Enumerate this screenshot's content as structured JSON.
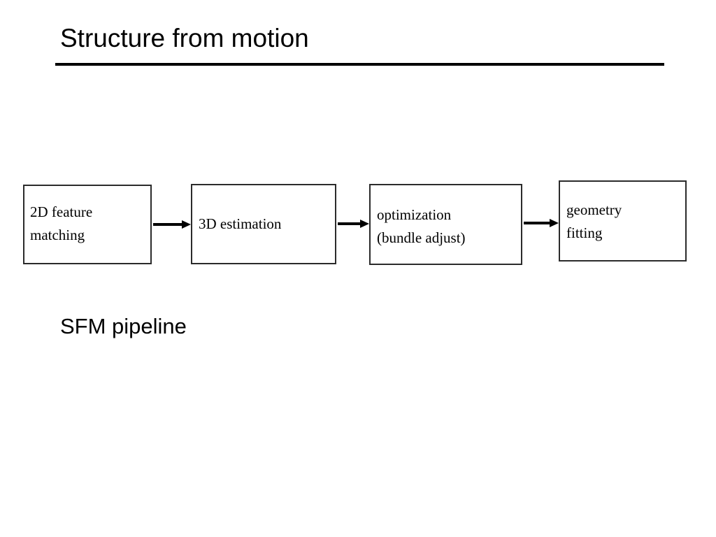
{
  "slide": {
    "title": "Structure from motion",
    "caption": "SFM pipeline",
    "background_color": "#ffffff",
    "text_color": "#000000",
    "rule_color": "#000000"
  },
  "diagram": {
    "type": "flowchart",
    "orientation": "left-to-right",
    "node_border_color": "#2b2b2b",
    "arrow_color": "#000000",
    "nodes": [
      {
        "id": "feature-matching",
        "label": "2D feature\nmatching"
      },
      {
        "id": "3d-estimation",
        "label": "3D estimation"
      },
      {
        "id": "optimization",
        "label": "optimization\n(bundle adjust)"
      },
      {
        "id": "geometry-fitting",
        "label": "geometry\nfitting"
      }
    ],
    "edges": [
      {
        "id": "arrow-1",
        "from": "feature-matching",
        "to": "3d-estimation"
      },
      {
        "id": "arrow-2",
        "from": "3d-estimation",
        "to": "optimization"
      },
      {
        "id": "arrow-3",
        "from": "optimization",
        "to": "geometry-fitting"
      }
    ]
  }
}
